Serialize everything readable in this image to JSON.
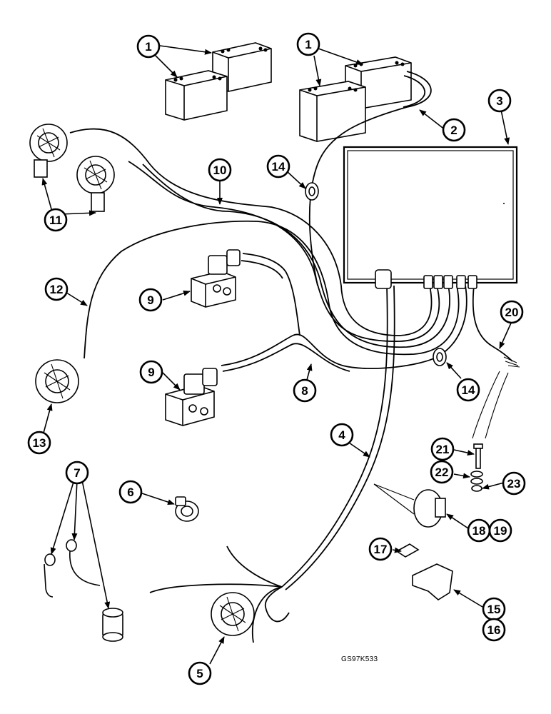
{
  "figure_code": "GS97K533",
  "callouts": {
    "c1a": "1",
    "c1b": "1",
    "c2": "2",
    "c3": "3",
    "c4": "4",
    "c5": "5",
    "c6": "6",
    "c7": "7",
    "c8": "8",
    "c9a": "9",
    "c9b": "9",
    "c10": "10",
    "c11": "11",
    "c12": "12",
    "c13": "13",
    "c14a": "14",
    "c14b": "14",
    "c15": "15",
    "c16": "16",
    "c17": "17",
    "c18": "18",
    "c19": "19",
    "c20": "20",
    "c21": "21",
    "c22": "22",
    "c23": "23"
  }
}
